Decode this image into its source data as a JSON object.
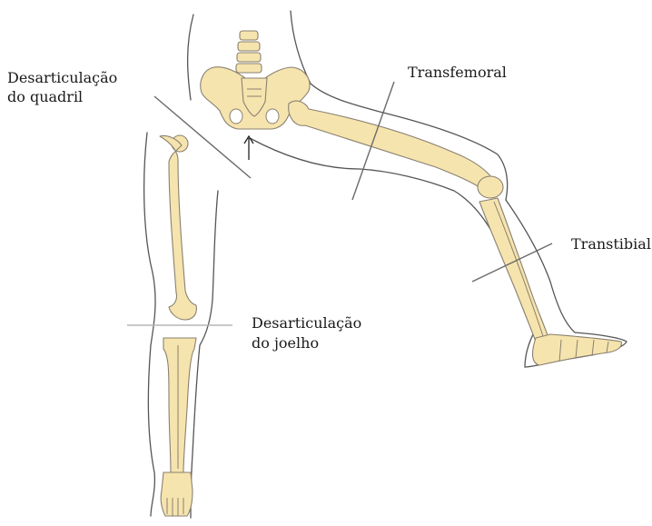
{
  "labels": {
    "hip_line1": "Desarticulação",
    "hip_line2": "do quadril",
    "transfemoral": "Transfemoral",
    "transtibial": "Transtibial",
    "knee_line1": "Desarticulação",
    "knee_line2": "do joelho"
  },
  "colors": {
    "bone_fill": "#f6e4ae",
    "bone_outline": "#8a8070",
    "body_outline": "#555555",
    "amputation_line": "#6a6a6a",
    "knee_level_line": "#b5b5b5"
  }
}
